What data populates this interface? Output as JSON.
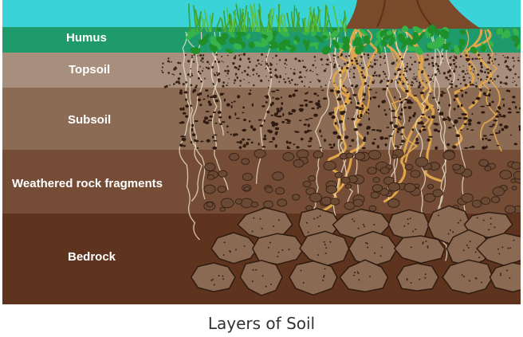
{
  "caption": "Layers of Soil",
  "layers": [
    {
      "name": "Humus",
      "color": "#1f9a6a"
    },
    {
      "name": "Topsoil",
      "color": "#a78e7d"
    },
    {
      "name": "Subsoil",
      "color": "#8c6b55"
    },
    {
      "name": "Weathered rock fragments",
      "color": "#754d36"
    },
    {
      "name": "Bedrock",
      "color": "#5e341f"
    }
  ],
  "colors": {
    "sky": "#39d3d8",
    "grass": "#3fa032",
    "plant": "#1f8f2a",
    "tree": "#7a4a2a",
    "roots": "#e0a64c",
    "fine_roots": "#e9dcc4",
    "rock": "#6b4a35",
    "rock_light": "#8a6a52"
  }
}
